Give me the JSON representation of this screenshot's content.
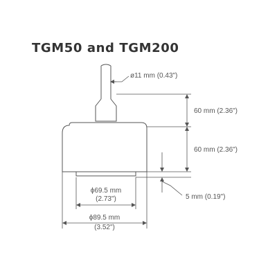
{
  "diagram": {
    "title": "TGM50 and TGM200",
    "dimensions": {
      "cable_diameter": "ø11 mm (0.43\")",
      "upper_height": "60 mm (2.36\")",
      "body_height": "60 mm (2.36\")",
      "base_height": "5 mm (0.19\")",
      "base_diameter_mm": "ϕ69.5 mm",
      "base_diameter_in": "(2.73\")",
      "body_diameter_mm": "ϕ89.5 mm",
      "body_diameter_in": "(3.52\")"
    },
    "colors": {
      "outline": "#555555",
      "text": "#555555",
      "title": "#333333"
    }
  }
}
